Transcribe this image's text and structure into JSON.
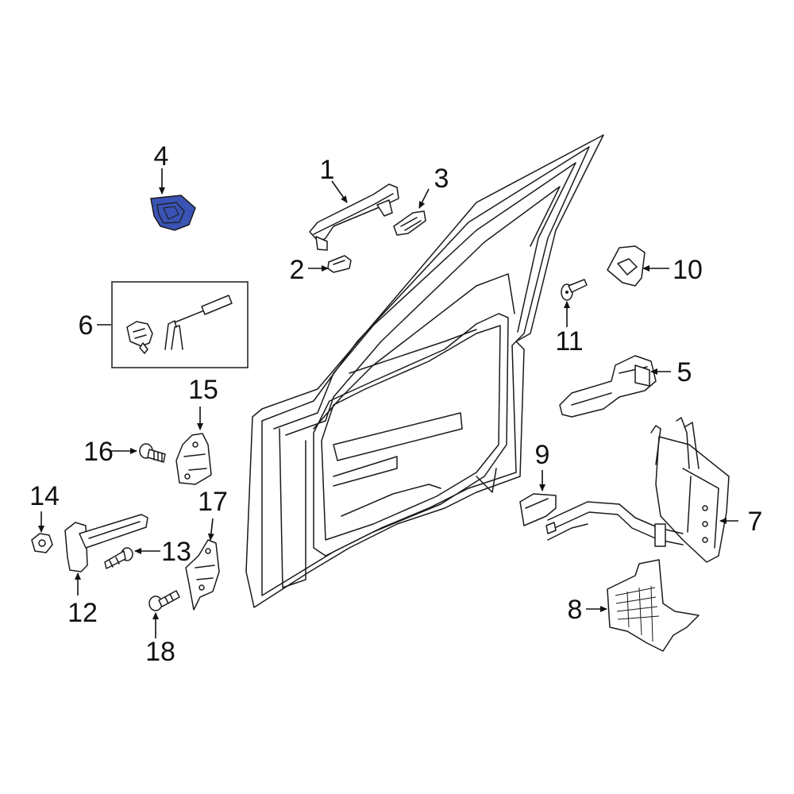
{
  "highlight_color": "#3a53b4",
  "callouts": {
    "c1": "1",
    "c2": "2",
    "c3": "3",
    "c4": "4",
    "c5": "5",
    "c6": "6",
    "c7": "7",
    "c8": "8",
    "c9": "9",
    "c10": "10",
    "c11": "11",
    "c12": "12",
    "c13": "13",
    "c14": "14",
    "c15": "15",
    "c16": "16",
    "c17": "17",
    "c18": "18"
  }
}
